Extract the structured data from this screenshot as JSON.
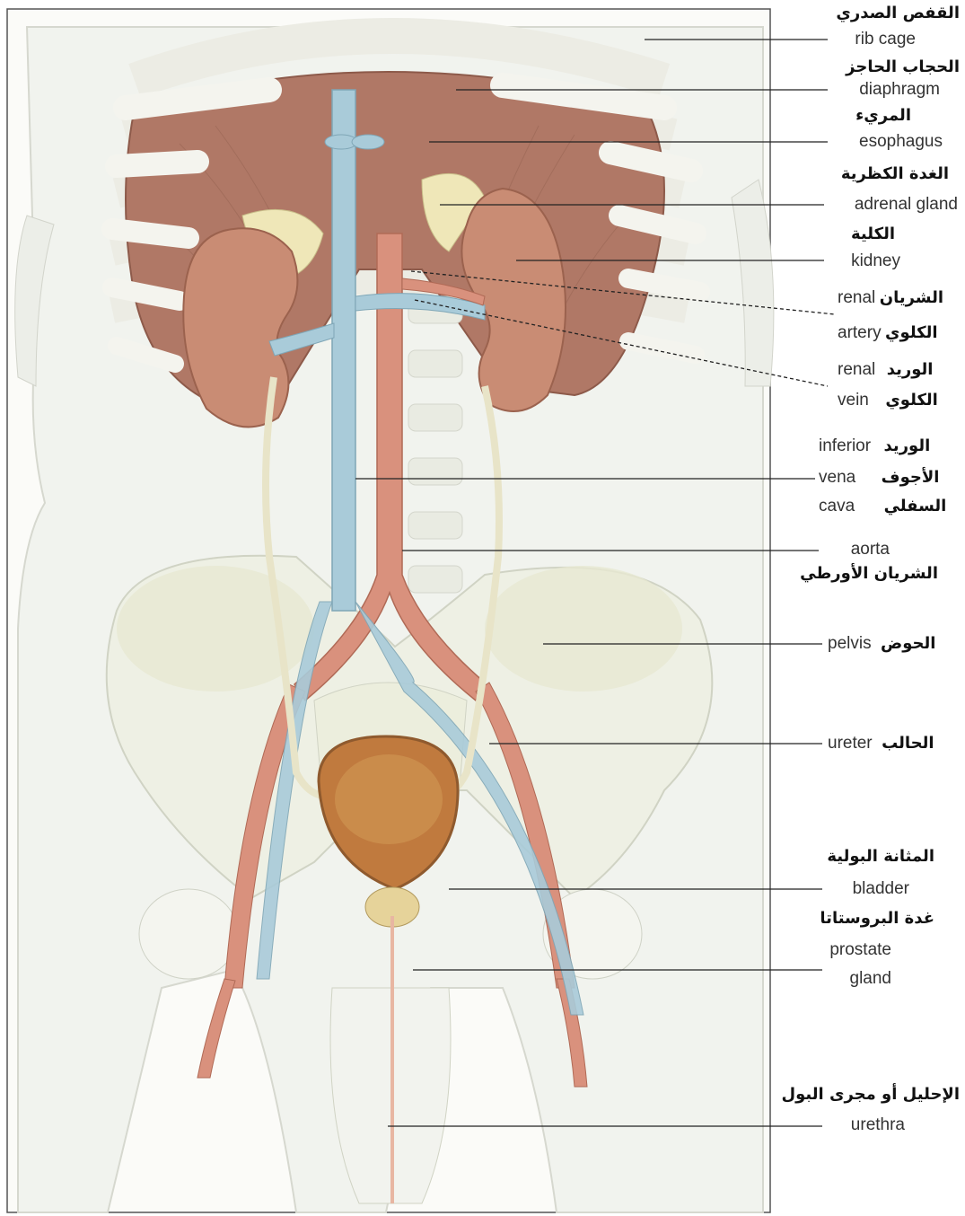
{
  "labels": {
    "rib_cage": {
      "ar": "القفص الصدري",
      "en": "rib cage"
    },
    "diaphragm": {
      "ar": "الحجاب الحاجز",
      "en": "diaphragm"
    },
    "esophagus": {
      "ar": "المريء",
      "en": "esophagus"
    },
    "adrenal_gland": {
      "ar": "الغدة الكظرية",
      "en": "adrenal gland"
    },
    "kidney": {
      "ar": "الكلية",
      "en": "kidney"
    },
    "renal_artery": {
      "ar1": "الشريان",
      "ar2": "الكلوي",
      "en1": "renal",
      "en2": "artery"
    },
    "renal_vein": {
      "ar1": "الوريد",
      "ar2": "الكلوي",
      "en1": "renal",
      "en2": "vein"
    },
    "inferior_vena_cava": {
      "ar1": "الوريد",
      "ar2": "الأجوف",
      "ar3": "السفلي",
      "en1": "inferior",
      "en2": "vena",
      "en3": "cava"
    },
    "aorta": {
      "en": "aorta",
      "ar": "الشريان الأورطي"
    },
    "pelvis": {
      "ar": "الحوض",
      "en": "pelvis"
    },
    "ureter": {
      "ar": "الحالب",
      "en": "ureter"
    },
    "bladder": {
      "ar": "المثانة البولية",
      "en": "bladder"
    },
    "prostate_gland": {
      "ar": "غدة البروستاتا",
      "en1": "prostate",
      "en2": "gland"
    },
    "urethra": {
      "ar": "الإحليل أو مجرى البول",
      "en": "urethra"
    }
  },
  "colors": {
    "body": "#f3f5f0",
    "bone": "#f8f8f2",
    "muscle": "#b07866",
    "kidney": "#c98c74",
    "vein": "#a9cbd9",
    "artery": "#d9917d",
    "adrenal": "#efe7b8",
    "bladder": "#c07a3e",
    "leader": "#222222"
  }
}
